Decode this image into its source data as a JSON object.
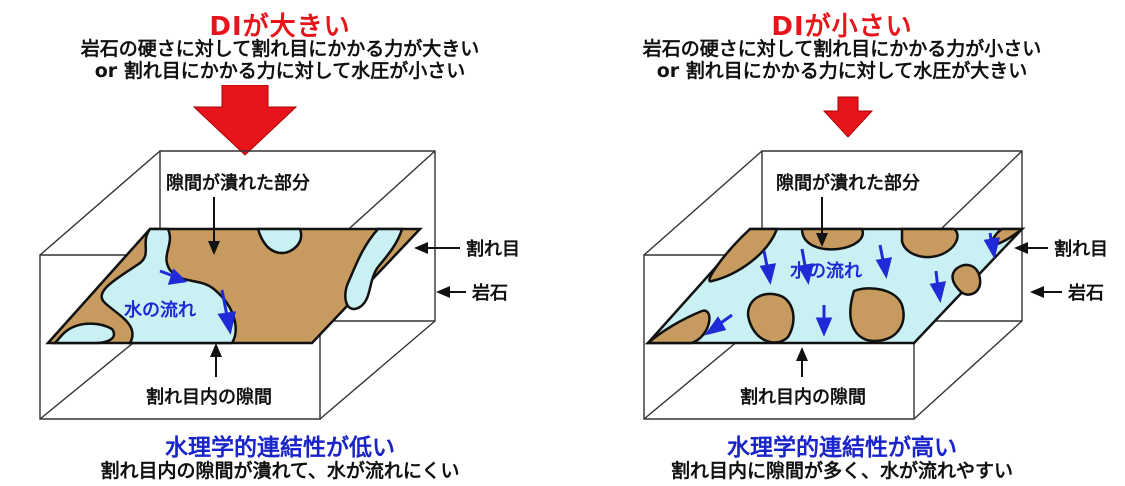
{
  "left": {
    "title": "DIが大きい",
    "subtitle_line1": "岩石の硬さに対して割れ目にかかる力が大きい",
    "subtitle_line2": "or 割れ目にかかる力に対して水圧が小さい",
    "label_crushed": "隙間が潰れた部分",
    "label_fracture": "割れ目",
    "label_rock": "岩石",
    "label_water_flow": "水の流れ",
    "label_gap": "割れ目内の隙間",
    "caption_main": "水理学的連結性が低い",
    "caption_sub": "割れ目内の隙間が潰れて、水が流れにくい"
  },
  "right": {
    "title": "DIが小さい",
    "subtitle_line1": "岩石の硬さに対して割れ目にかかる力が小さい",
    "subtitle_line2": "or 割れ目にかかる力に対して水圧が大きい",
    "label_crushed": "隙間が潰れた部分",
    "label_fracture": "割れ目",
    "label_rock": "岩石",
    "label_water_flow": "水の流れ",
    "label_gap": "割れ目内の隙間",
    "caption_main": "水理学的連結性が高い",
    "caption_sub": "割れ目内に隙間が多く、水が流れやすい"
  },
  "colors": {
    "title_red": "#e8141b",
    "arrow_red": "#e8141b",
    "rock_brown": "#c79a5f",
    "water_cyan": "#c9f1f3",
    "flow_blue": "#1f2bd6",
    "caption_blue": "#1a24c8"
  }
}
